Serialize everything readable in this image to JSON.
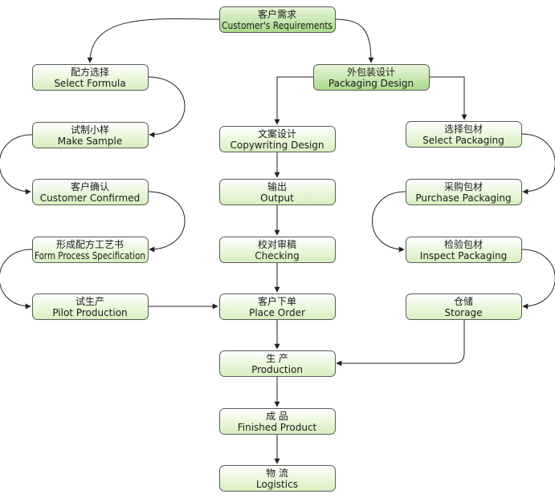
{
  "colors": {
    "box_fill_top": "#ffffff",
    "box_fill_bottom": "#d6efbe",
    "box_fill_strong_top": "#eaf7dc",
    "box_fill_strong_bottom": "#a9d98a",
    "edge": "#222222"
  },
  "nodes": [
    {
      "id": "customer-requirements",
      "zh": "客户需求",
      "en": "Customer's Requirements",
      "strong": true
    },
    {
      "id": "select-formula",
      "zh": "配方选择",
      "en": "Select Formula"
    },
    {
      "id": "make-sample",
      "zh": "试制小样",
      "en": "Make Sample"
    },
    {
      "id": "customer-confirmed",
      "zh": "客户确认",
      "en": "Customer Confirmed"
    },
    {
      "id": "form-process-specification",
      "zh": "形成配方工艺书",
      "en": "Form Process Specification"
    },
    {
      "id": "pilot-production",
      "zh": "试生产",
      "en": "Pilot Production"
    },
    {
      "id": "packaging-design",
      "zh": "外包装设计",
      "en": "Packaging Design",
      "strong": true
    },
    {
      "id": "copywriting-design",
      "zh": "文案设计",
      "en": "Copywriting Design"
    },
    {
      "id": "output",
      "zh": "输出",
      "en": "Output"
    },
    {
      "id": "checking",
      "zh": "校对审稿",
      "en": "Checking"
    },
    {
      "id": "place-order",
      "zh": "客户下单",
      "en": "Place Order"
    },
    {
      "id": "production",
      "zh": "生 产",
      "en": "Production"
    },
    {
      "id": "finished-product",
      "zh": "成 品",
      "en": "Finished Product"
    },
    {
      "id": "logistics",
      "zh": "物 流",
      "en": "Logistics"
    },
    {
      "id": "select-packaging",
      "zh": "选择包材",
      "en": "Select Packaging"
    },
    {
      "id": "purchase-packaging",
      "zh": "采购包材",
      "en": "Purchase Packaging"
    },
    {
      "id": "inspect-packaging",
      "zh": "检验包材",
      "en": "Inspect Packaging"
    },
    {
      "id": "storage",
      "zh": "仓储",
      "en": "Storage"
    }
  ],
  "edges": [
    {
      "from": "customer-requirements",
      "to": "select-formula"
    },
    {
      "from": "customer-requirements",
      "to": "packaging-design"
    },
    {
      "from": "select-formula",
      "to": "make-sample"
    },
    {
      "from": "make-sample",
      "to": "customer-confirmed"
    },
    {
      "from": "customer-confirmed",
      "to": "form-process-specification"
    },
    {
      "from": "form-process-specification",
      "to": "pilot-production"
    },
    {
      "from": "pilot-production",
      "to": "place-order"
    },
    {
      "from": "packaging-design",
      "to": "copywriting-design"
    },
    {
      "from": "packaging-design",
      "to": "select-packaging"
    },
    {
      "from": "copywriting-design",
      "to": "output"
    },
    {
      "from": "output",
      "to": "checking"
    },
    {
      "from": "checking",
      "to": "place-order"
    },
    {
      "from": "place-order",
      "to": "production"
    },
    {
      "from": "production",
      "to": "finished-product"
    },
    {
      "from": "finished-product",
      "to": "logistics"
    },
    {
      "from": "select-packaging",
      "to": "purchase-packaging"
    },
    {
      "from": "purchase-packaging",
      "to": "inspect-packaging"
    },
    {
      "from": "inspect-packaging",
      "to": "storage"
    },
    {
      "from": "storage",
      "to": "production"
    }
  ]
}
